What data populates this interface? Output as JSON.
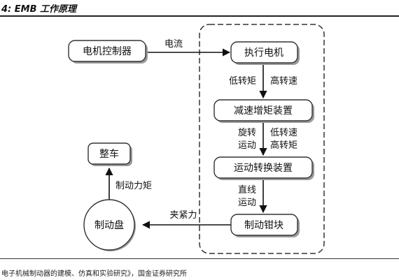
{
  "header": {
    "title": "4: EMB 工作原理"
  },
  "diagram": {
    "nodes": {
      "controller": "电机控制器",
      "actuator_motor": "执行电机",
      "reducer": "减速增矩装置",
      "converter": "运动转换装置",
      "caliper": "制动钳块",
      "disc": "制动盘",
      "vehicle": "整车"
    },
    "edge_labels": {
      "current": "电流",
      "low_torque": "低转矩",
      "high_speed": "高转速",
      "rotary_1": "旋转",
      "rotary_2": "运动",
      "low_speed": "低转速",
      "high_torque": "高转矩",
      "linear_1": "直线",
      "linear_2": "运动",
      "clamp_force": "夹紧力",
      "brake_torque": "制动力矩"
    }
  },
  "footer": {
    "source": "电子机械制动器的建模、仿真和实验研究》，国金证券研究所"
  }
}
